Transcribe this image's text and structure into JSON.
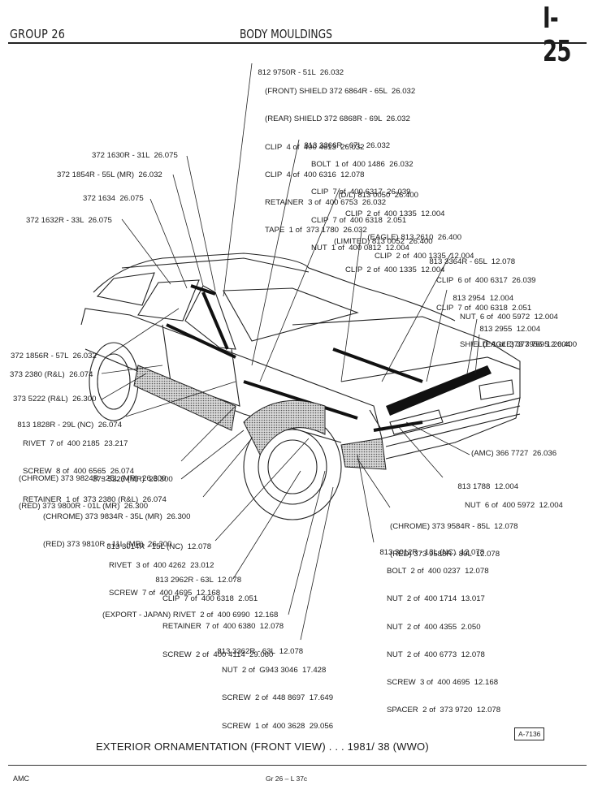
{
  "header": {
    "group": "GROUP 26",
    "title": "BODY MOULDINGS",
    "page": "I-25"
  },
  "callouts": [
    {
      "id": "c1",
      "lines": [
        "812 9750R - 51L  26.032",
        "(FRONT) SHIELD 372 6864R - 65L  26.032",
        "(REAR) SHIELD 372 6868R - 69L  26.032",
        "CLIP  4 of  400 4613  26.032",
        "CLIP  4 of  400 6316  12.078",
        "RETAINER  3 of  400 6753  26.032",
        "TAPE  1 of  373 1780  26.032"
      ]
    },
    {
      "id": "c2",
      "lines": [
        "813 3366R - 67L  26.032",
        "BOLT  1 of  400 1486  26.032",
        "CLIP  7 of  400 6317  26.039",
        "CLIP  7 of  400 6318  2.051",
        "NUT  1 of  400 0812  12.004"
      ]
    },
    {
      "id": "c3",
      "lines": [
        "(D/L) 813 0050  26.400",
        "CLIP  2 of  400 1335  12.004",
        "(LIMITED) 813 0052  26.400",
        "CLIP  2 of  400 1335  12.004"
      ]
    },
    {
      "id": "c4",
      "lines": [
        "(EAGLE) 813 2610  26.400",
        "CLIP  2 of  400 1335  12.004"
      ]
    },
    {
      "id": "c5",
      "lines": [
        "813 3364R - 65L  12.078",
        "CLIP  6 of  400 6317  26.039",
        "CLIP  7 of  400 6318  2.051"
      ]
    },
    {
      "id": "c6",
      "lines": [
        "813 2954  12.004",
        "NUT  6 of  400 5972  12.004",
        "SHIELD  1 of  373 7956  12.004"
      ]
    },
    {
      "id": "c7",
      "lines": [
        "813 2955  12.004"
      ]
    },
    {
      "id": "c8",
      "lines": [
        "(EAGLE) 373 7695  26.400"
      ]
    },
    {
      "id": "c9",
      "lines": [
        "372 1630R - 31L  26.075"
      ]
    },
    {
      "id": "c10",
      "lines": [
        "372 1854R - 55L (MR)  26.032"
      ]
    },
    {
      "id": "c11",
      "lines": [
        "372 1634  26.075"
      ]
    },
    {
      "id": "c12",
      "lines": [
        "372 1632R - 33L  26.075"
      ]
    },
    {
      "id": "c13",
      "lines": [
        "372 1856R - 57L  26.032"
      ]
    },
    {
      "id": "c14",
      "lines": [
        "373 2380 (R&L)  26.074"
      ]
    },
    {
      "id": "c15",
      "lines": [
        "373 5222 (R&L)  26.300"
      ]
    },
    {
      "id": "c16",
      "lines": [
        "813 1828R - 29L (NC)  26.074",
        "RIVET  7 of  400 2185  23.217",
        "SCREW  8 of  400 6565  26.074",
        "RETAINER  1 of  373 2380 (R&L)  26.074"
      ]
    },
    {
      "id": "c17",
      "lines": [
        "(CHROME) 373 9824R - 25L (MR)  26.300",
        "(RED) 373 9800R - 01L (MR)  26.300"
      ]
    },
    {
      "id": "c18",
      "lines": [
        "373 5223 (MR)  26.300"
      ]
    },
    {
      "id": "c19",
      "lines": [
        "(CHROME) 373 9834R - 35L (MR)  26.300",
        "(RED) 373 9810R - 11L (MR)  26.300"
      ]
    },
    {
      "id": "c20",
      "lines": [
        "(AMC) 366 7727  26.036"
      ]
    },
    {
      "id": "c21",
      "lines": [
        "813 1788  12.004",
        "NUT  6 of  400 5972  12.004"
      ]
    },
    {
      "id": "c22",
      "lines": [
        "(CHROME) 373 9584R - 85L  12.078",
        "(RED) 373 9588R - 89L  12.078"
      ]
    },
    {
      "id": "c23",
      "lines": [
        "813 3014R - 15L (NC)  12.078",
        "RIVET  3 of  400 4262  23.012",
        "SCREW  7 of  400 4695  12.168"
      ]
    },
    {
      "id": "c24",
      "lines": [
        "813 3012R - 13L (NC)  12.078",
        "BOLT  2 of  400 0237  12.078",
        "NUT  2 of  400 1714  13.017",
        "NUT  2 of  400 4355  2.050",
        "NUT  2 of  400 6773  12.078",
        "SCREW  3 of  400 4695  12.168",
        "SPACER  2 of  373 9720  12.078"
      ]
    },
    {
      "id": "c25",
      "lines": [
        "813 2962R - 63L  12.078",
        "CLIP  7 of  400 6318  2.051",
        "RETAINER  7 of  400 6380  12.078",
        "SCREW  2 of  400 4114  29.060"
      ]
    },
    {
      "id": "c26",
      "lines": [
        "(EXPORT - JAPAN) RIVET  2 of  400 6990  12.168"
      ]
    },
    {
      "id": "c27",
      "lines": [
        "813 3362R - 63L  12.078",
        "NUT  2 of  G943 3046  17.428",
        "SCREW  2 of  448 8697  17.649",
        "SCREW  1 of  400 3628  29.056"
      ]
    }
  ],
  "illustration": {
    "subject": "car-front-three-quarter-view"
  },
  "figure_id": "A-7136",
  "caption": "EXTERIOR ORNAMENTATION (FRONT VIEW) . . . 1981/  38 (WWO)",
  "footer": {
    "left": "AMC",
    "center": "Gr 26  –  L  37c"
  }
}
